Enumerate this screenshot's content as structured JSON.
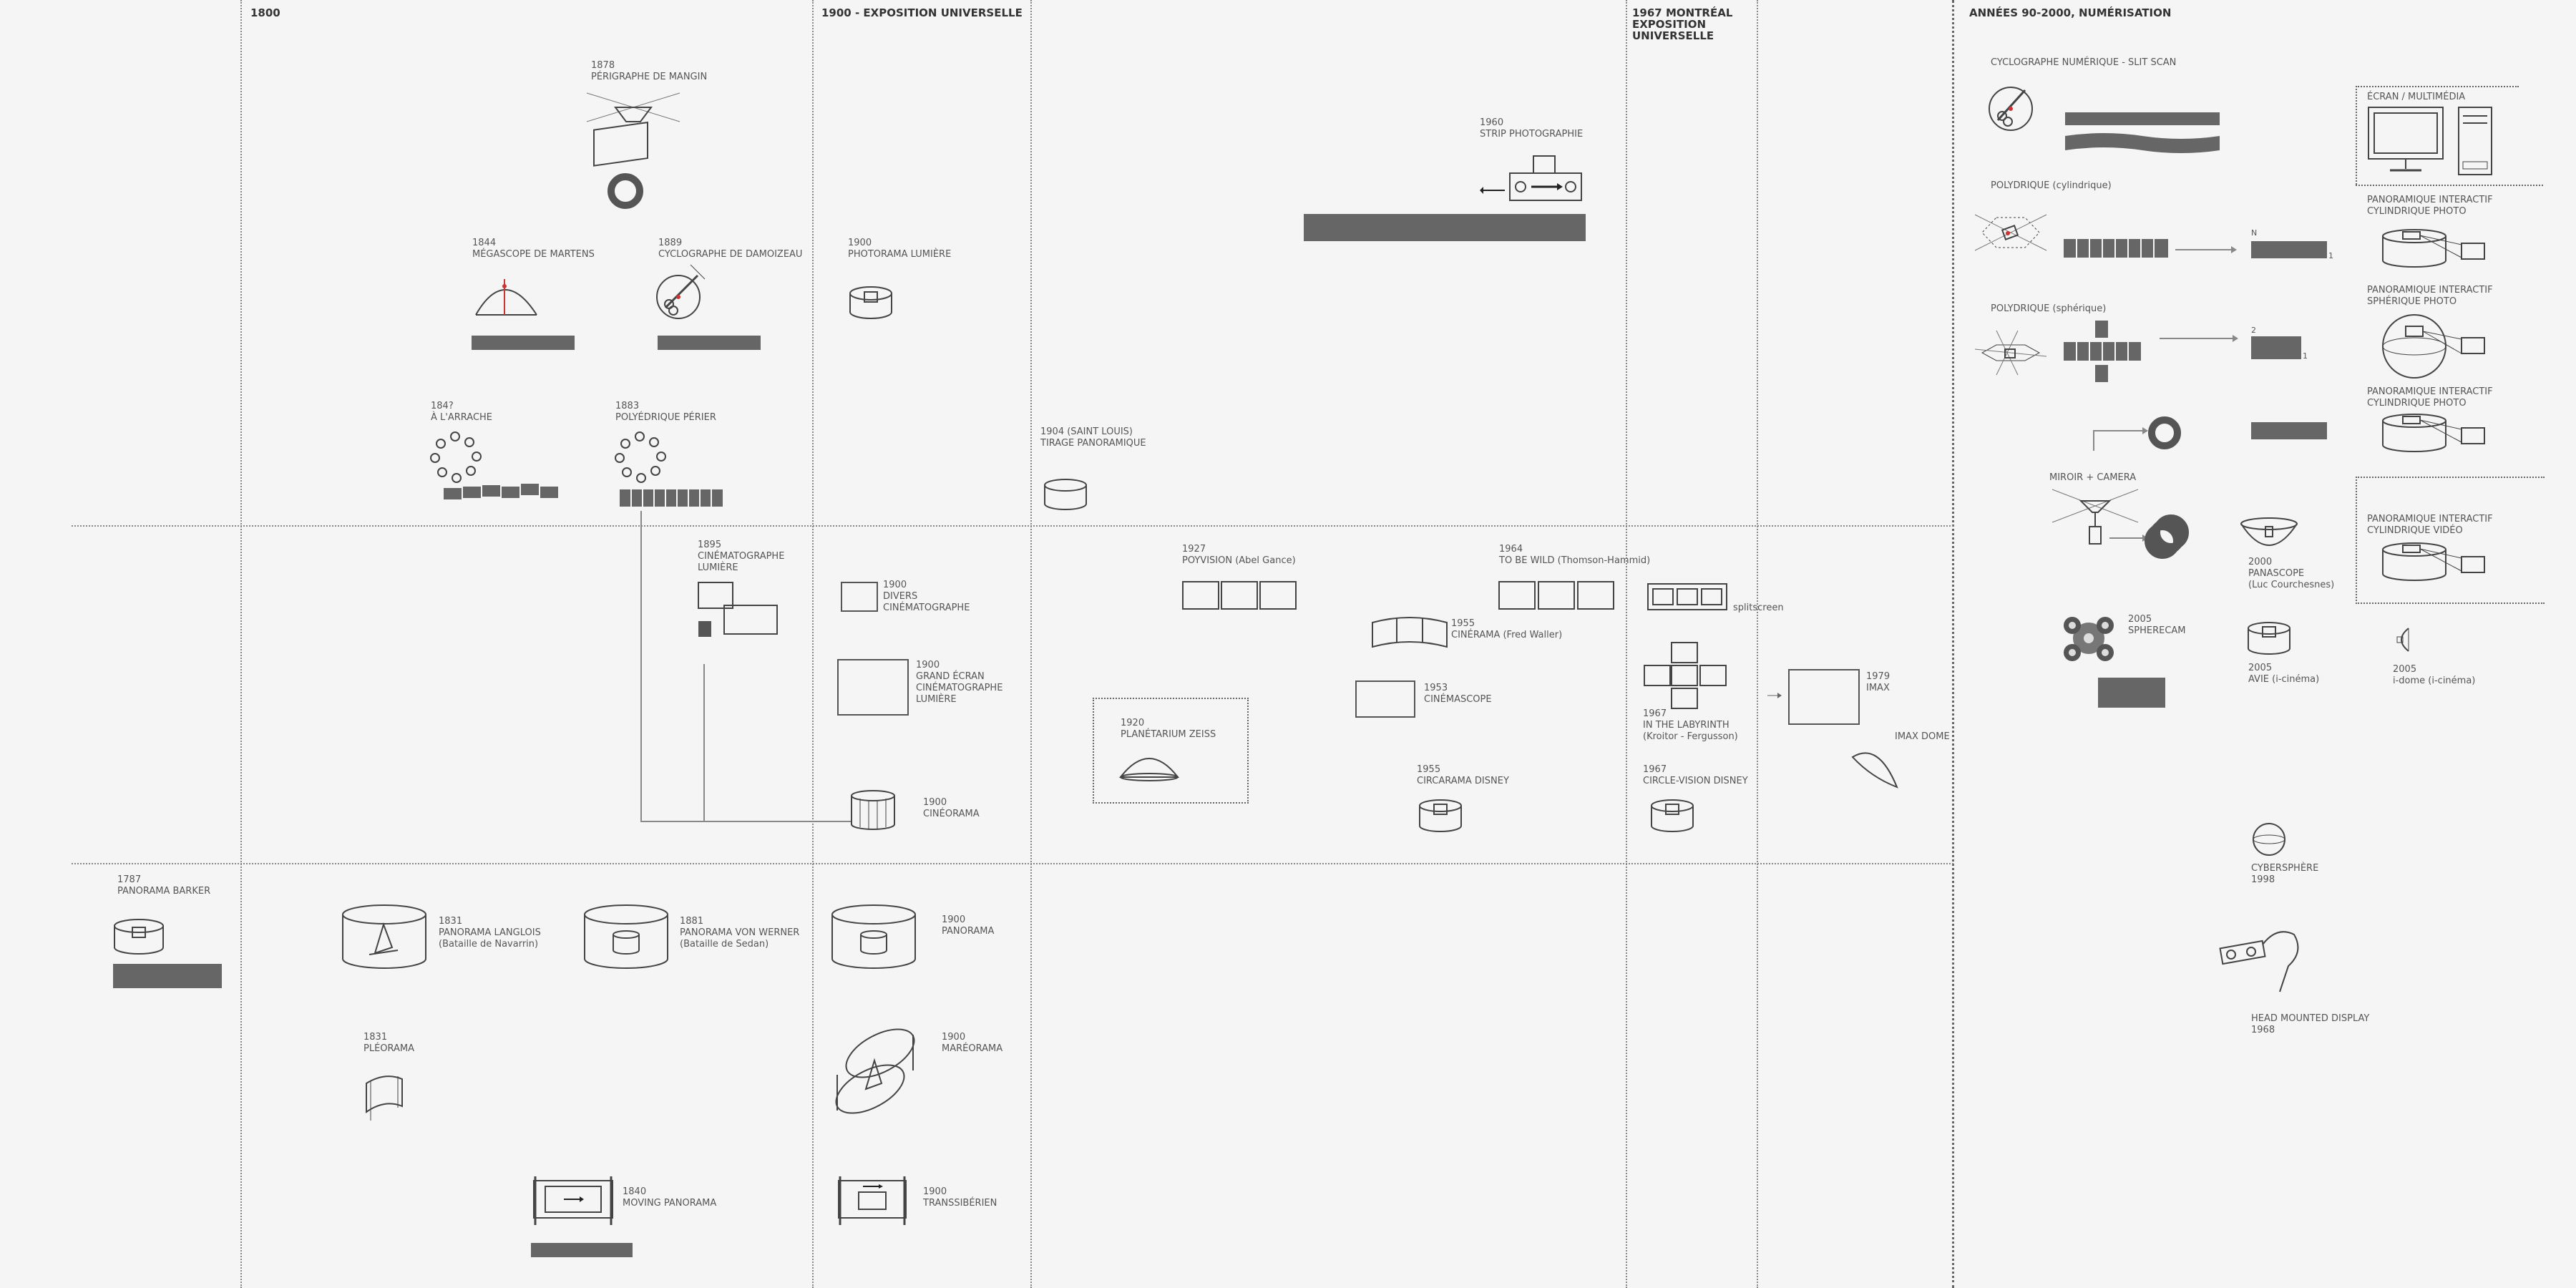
{
  "eras": {
    "e1800": "1800",
    "e1900": "1900 - EXPOSITION UNIVERSELLE",
    "e1967": "1967 MONTRÉAL\nEXPOSITION\nUNIVERSELLE",
    "e90": "ANNÉES 90-2000, NUMÉRISATION"
  },
  "items": {
    "perigraphe": "1878\nPÉRIGRAPHE DE MANGIN",
    "megascope": "1844\nMÉGASCOPE DE MARTENS",
    "cyclographe": "1889\nCYCLOGRAPHE DE DAMOIZEAU",
    "photorama": "1900\nPHOTORAMA LUMIÈRE",
    "strip": "1960\nSTRIP PHOTOGRAPHIE",
    "arrache": "184?\nÀ L'ARRACHE",
    "polyedrique": "1883\nPOLYÉDRIQUE PÉRIER",
    "saintlouis": "1904 (SAINT LOUIS)\nTIRAGE PANORAMIQUE",
    "cinematographe": "1895\nCINÉMATOGRAPHE\nLUMIÈRE",
    "divers": "1900\nDIVERS\nCINÉMATOGRAPHE",
    "grandecran": "1900\nGRAND ÉCRAN\nCINÉMATOGRAPHE\nLUMIÈRE",
    "cineorama": "1900\nCINÉORAMA",
    "polyvision": "1927\nPOYVISION (Abel Gance)",
    "tobewild": "1964\nTO BE WILD (Thomson-Hammid)",
    "splitscreen": "splitscreen",
    "cinerama": "1955\nCINÉRAMA (Fred Waller)",
    "cinemascope": "1953\nCINÉMASCOPE",
    "planetarium": "1920\nPLANÉTARIUM ZEISS",
    "labyrinth": "1967\nIN THE LABYRINTH\n(Kroitor - Fergusson)",
    "imax": "1979\nIMAX",
    "imaxdome": "IMAX DOME",
    "circarama": "1955\nCIRCARAMA DISNEY",
    "circlevision": "1967\nCIRCLE-VISION DISNEY",
    "barker": "1787\nPANORAMA BARKER",
    "langlois": "1831\nPANORAMA LANGLOIS\n(Bataille de Navarrin)",
    "vonwerner": "1881\nPANORAMA VON WERNER\n(Bataille de Sedan)",
    "panorama1900": "1900\nPANORAMA",
    "pleorama": "1831\nPLÉORAMA",
    "mareorama": "1900\nMARÉORAMA",
    "moving": "1840\nMOVING PANORAMA",
    "transsiberien": "1900\nTRANSSIBÉRIEN",
    "slitscan": "CYCLOGRAPHE NUMÉRIQUE - SLIT SCAN",
    "ecran": "ÉCRAN / MULTIMÉDIA",
    "polycyl": "POLYDRIQUE (cylindrique)",
    "pano_cyl_photo": "PANORAMIQUE INTERACTIF\nCYLINDRIQUE PHOTO",
    "polysph": "POLYDRIQUE (sphérique)",
    "pano_sph_photo": "PANORAMIQUE INTERACTIF\nSPHÉRIQUE PHOTO",
    "pano_cyl_photo2": "PANORAMIQUE INTERACTIF\nCYLINDRIQUE PHOTO",
    "miroir": "MIROIR + CAMERA",
    "pano_cyl_video": "PANORAMIQUE INTERACTIF\nCYLINDRIQUE VIDÉO",
    "panascope": "2000\nPANASCOPE\n(Luc Courchesnes)",
    "spherecam": "2005\nSPHERECAM",
    "avie": "2005\nAVIE (i-cinéma)",
    "idome": "2005\ni-dome (i-cinéma)",
    "cybersphere": "CYBERSPHÈRE\n 1998",
    "hmd": "HEAD MOUNTED DISPLAY\n 1968",
    "n_label": "N",
    "one_label": "1",
    "two_label": "2",
    "one_label2": "1"
  },
  "colors": {
    "bar": "#666666",
    "line": "#555555",
    "background": "#f5f5f5"
  }
}
